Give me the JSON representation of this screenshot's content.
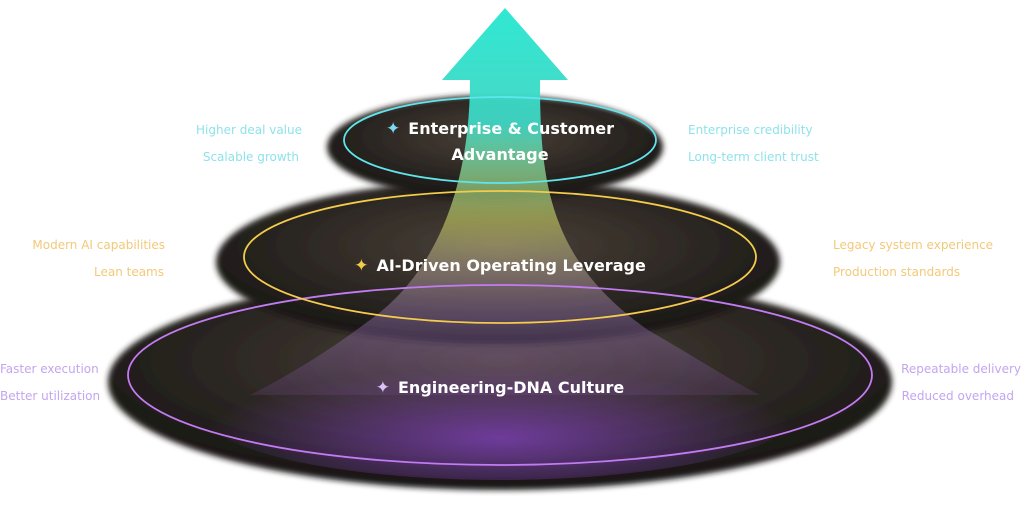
{
  "colors": {
    "top": "#5fe6ec",
    "mid": "#f2cc4a",
    "bottom": "#c27cf2",
    "top_text": "#8fe2ea",
    "mid_text": "#f3c97a",
    "bottom_text": "#c3a6ef",
    "arrow_top": "#29e0cf",
    "disc": "#2b2622"
  },
  "tiers": {
    "top": {
      "icon": "sparkle-icon",
      "title_line1": "Enterprise & Customer",
      "title_line2": "Advantage",
      "left": [
        "Higher deal value",
        "Scalable growth"
      ],
      "right": [
        "Enterprise credibility",
        "Long-term client trust"
      ]
    },
    "mid": {
      "icon": "sparkle-icon",
      "title": "AI-Driven Operating Leverage",
      "left": [
        "Modern AI capabilities",
        "Lean teams"
      ],
      "right": [
        "Legacy system experience",
        "Production standards"
      ]
    },
    "bottom": {
      "icon": "sparkle-icon",
      "title": "Engineering-DNA Culture",
      "left": [
        "Faster execution",
        "Better utilization"
      ],
      "right": [
        "Repeatable delivery",
        "Reduced overhead"
      ]
    }
  }
}
